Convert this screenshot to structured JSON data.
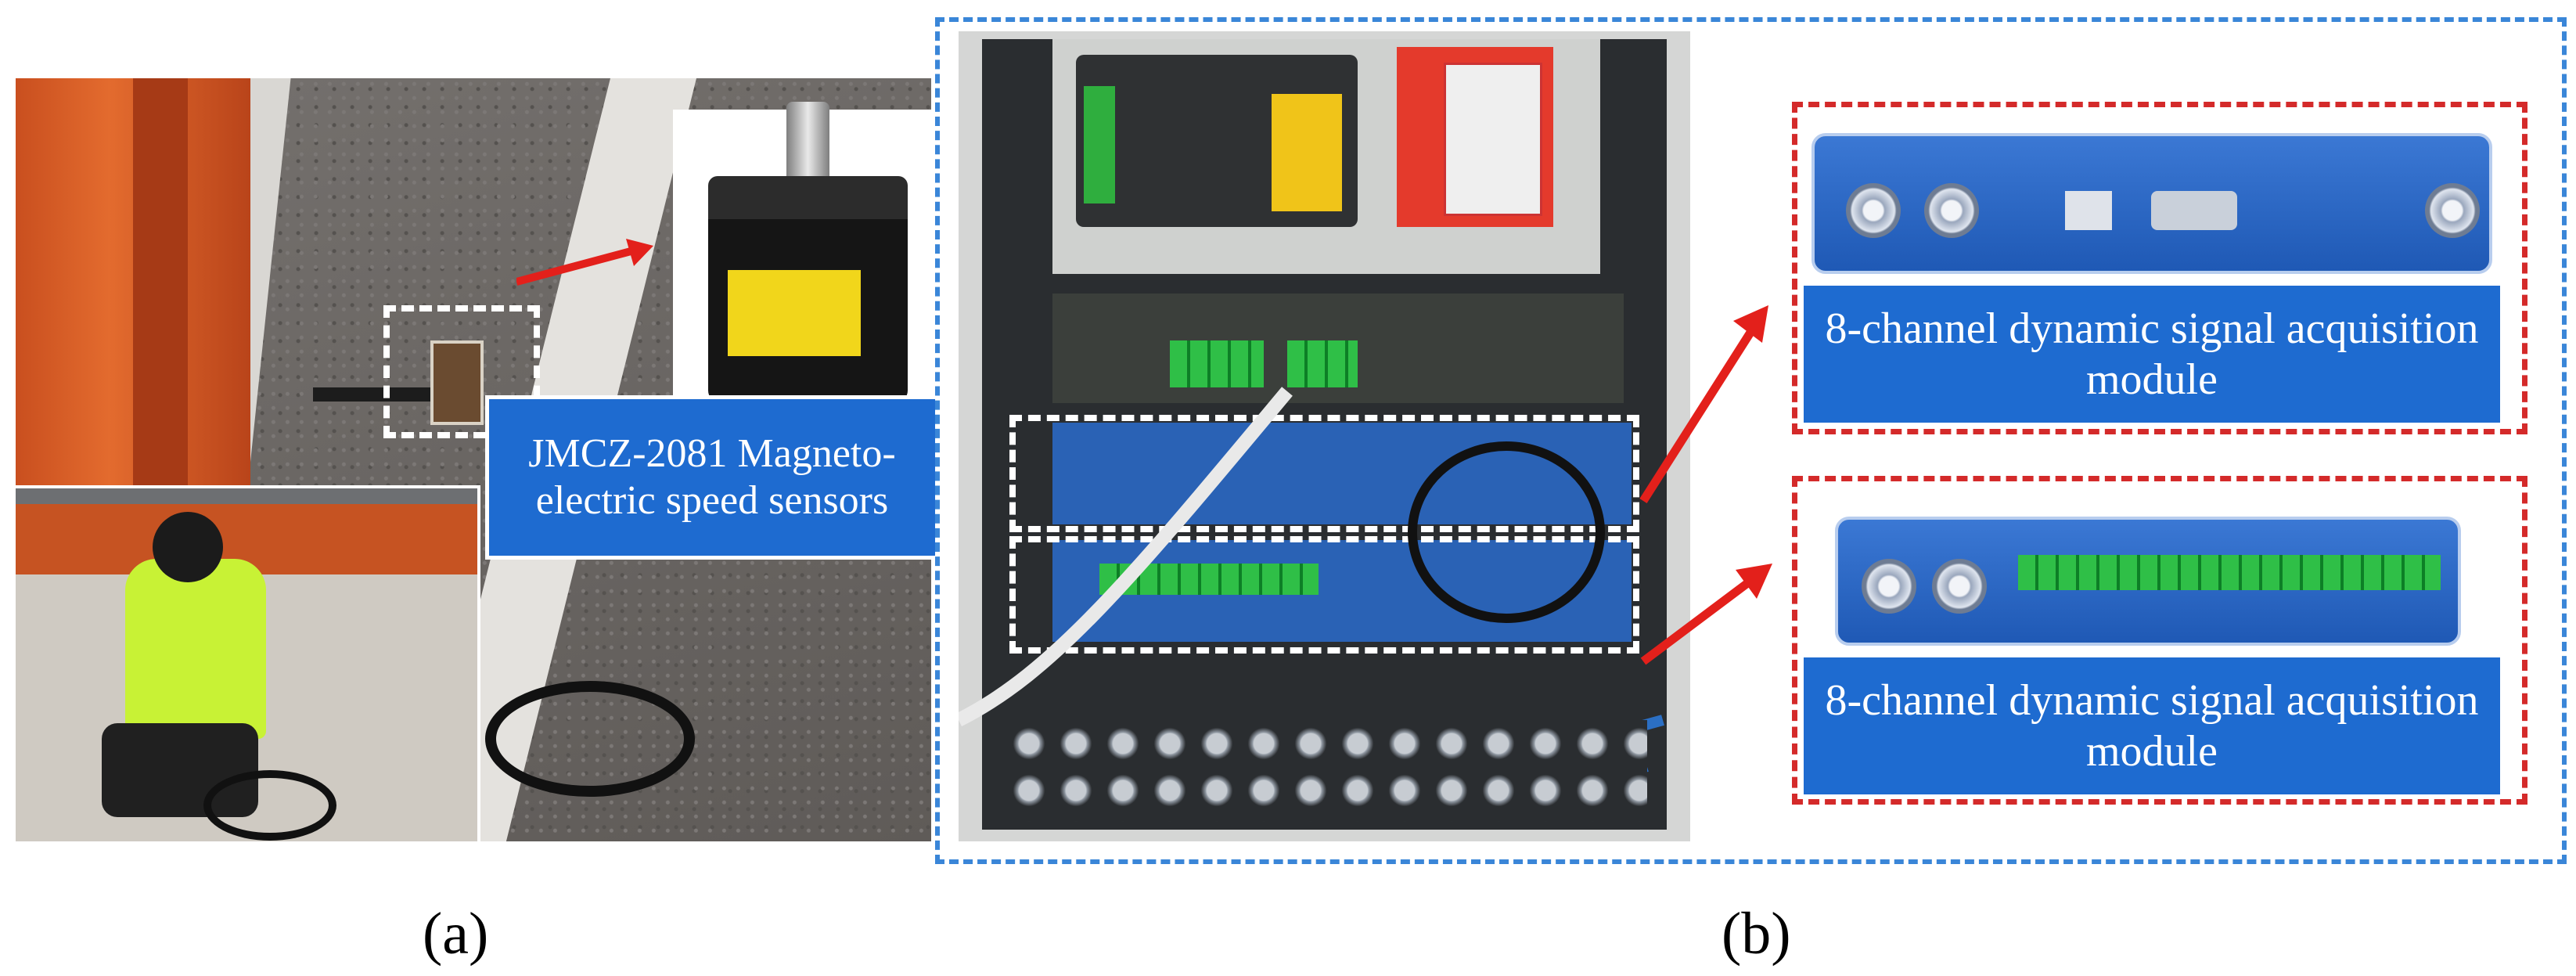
{
  "panel_a": {
    "caption": "(a)",
    "sensor_label": "JMCZ-2081 Magneto-electric speed sensors"
  },
  "panel_b": {
    "caption": "(b)",
    "module_top_label": "8-channel dynamic signal acquisition module",
    "module_bottom_label": "8-channel dynamic signal acquisition module"
  },
  "colors": {
    "label_blue": "#1e6bd0",
    "dash_red": "#d42a2a",
    "dash_blue": "#3a86d8",
    "arrow_red": "#e3201b"
  }
}
